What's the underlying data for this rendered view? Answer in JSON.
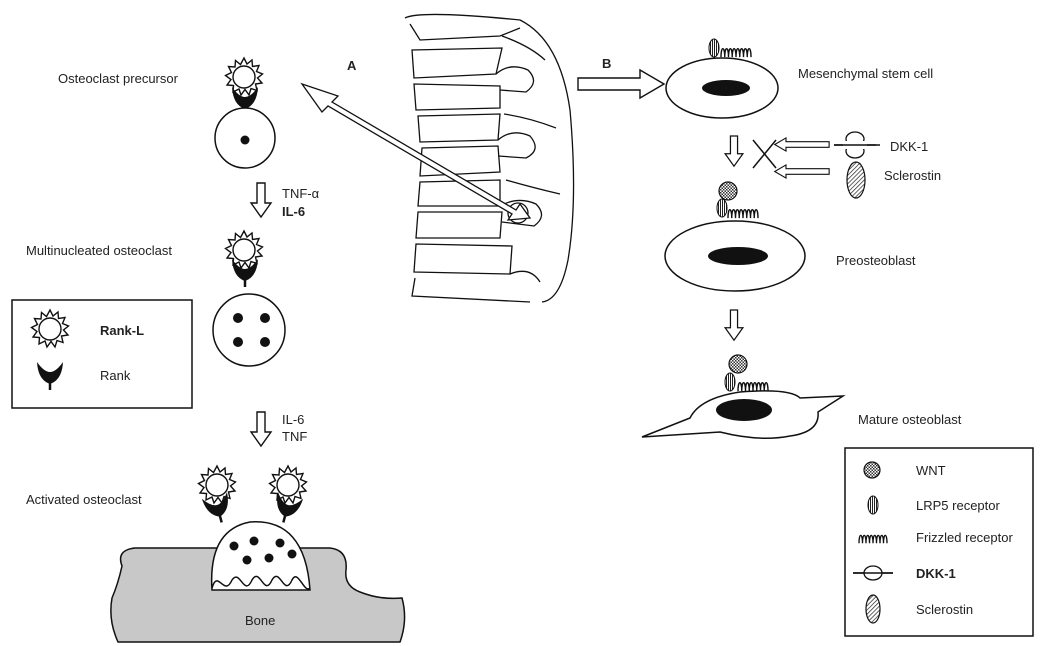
{
  "labels": {
    "arrow_a": "A",
    "arrow_b": "B",
    "osteoclast_precursor": "Osteoclast precursor",
    "tnf_alpha": "TNF-α",
    "il6_first": "IL-6",
    "multinucleated_osteoclast": "Multinucleated osteoclast",
    "il6_second": "IL-6",
    "tnf": "TNF",
    "activated_osteoclast": "Activated osteoclast",
    "bone": "Bone",
    "mesenchymal_stem_cell": "Mesenchymal stem cell",
    "dkk1_inhibitor": "DKK-1",
    "sclerostin_inhibitor": "Sclerostin",
    "preosteoblast": "Preosteoblast",
    "mature_osteoblast": "Mature osteoblast"
  },
  "legend_left": {
    "items": [
      {
        "icon": "rank-l-icon",
        "label": "Rank-L"
      },
      {
        "icon": "rank-icon",
        "label": "Rank"
      }
    ]
  },
  "legend_right": {
    "items": [
      {
        "icon": "wnt-icon",
        "label": "WNT"
      },
      {
        "icon": "lrp5-receptor-icon",
        "label": "LRP5 receptor"
      },
      {
        "icon": "frizzled-receptor-icon",
        "label": "Frizzled receptor"
      },
      {
        "icon": "dkk1-icon",
        "label": "DKK-1"
      },
      {
        "icon": "sclerostin-icon",
        "label": "Sclerostin"
      }
    ]
  },
  "colors": {
    "bone_fill": "#c8c8c8",
    "line": "#111111",
    "dark": "#0a0a0a"
  }
}
